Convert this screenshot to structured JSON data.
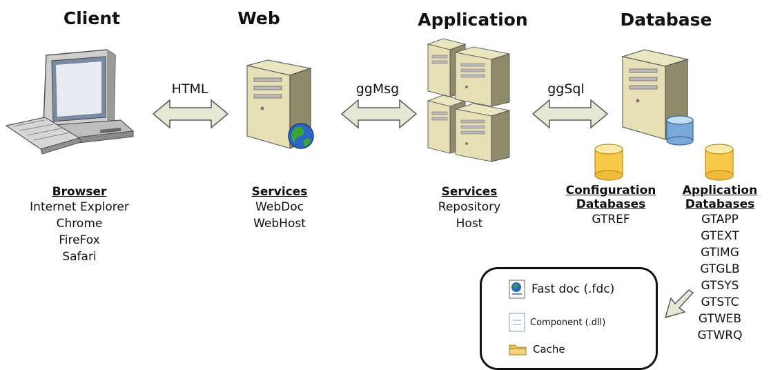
{
  "tiers": {
    "client": {
      "title": "Client",
      "heading": "Browser",
      "items": [
        "Internet Explorer",
        "Chrome",
        "FireFox",
        "Safari"
      ]
    },
    "web": {
      "title": "Web",
      "heading": "Services",
      "items": [
        "WebDoc",
        "WebHost"
      ]
    },
    "application": {
      "title": "Application",
      "heading": "Services",
      "items": [
        "Repository",
        "Host"
      ]
    },
    "database": {
      "title": "Database"
    }
  },
  "connections": {
    "client_web": "HTML",
    "web_app": "ggMsg",
    "app_db": "ggSql"
  },
  "databases": {
    "configuration": {
      "heading_line1": "Configuration",
      "heading_line2": "Databases",
      "items": [
        "GTREF"
      ]
    },
    "application": {
      "heading_line1": "Application",
      "heading_line2": "Databases",
      "items": [
        "GTAPP",
        "GTEXT",
        "GTIMG",
        "GTGLB",
        "GTSYS",
        "GTSTC",
        "GTWEB",
        "GTWRQ"
      ]
    }
  },
  "legend": {
    "fast_doc": "Fast doc (.fdc)",
    "component": "Component (.dll)",
    "cache": "Cache"
  }
}
